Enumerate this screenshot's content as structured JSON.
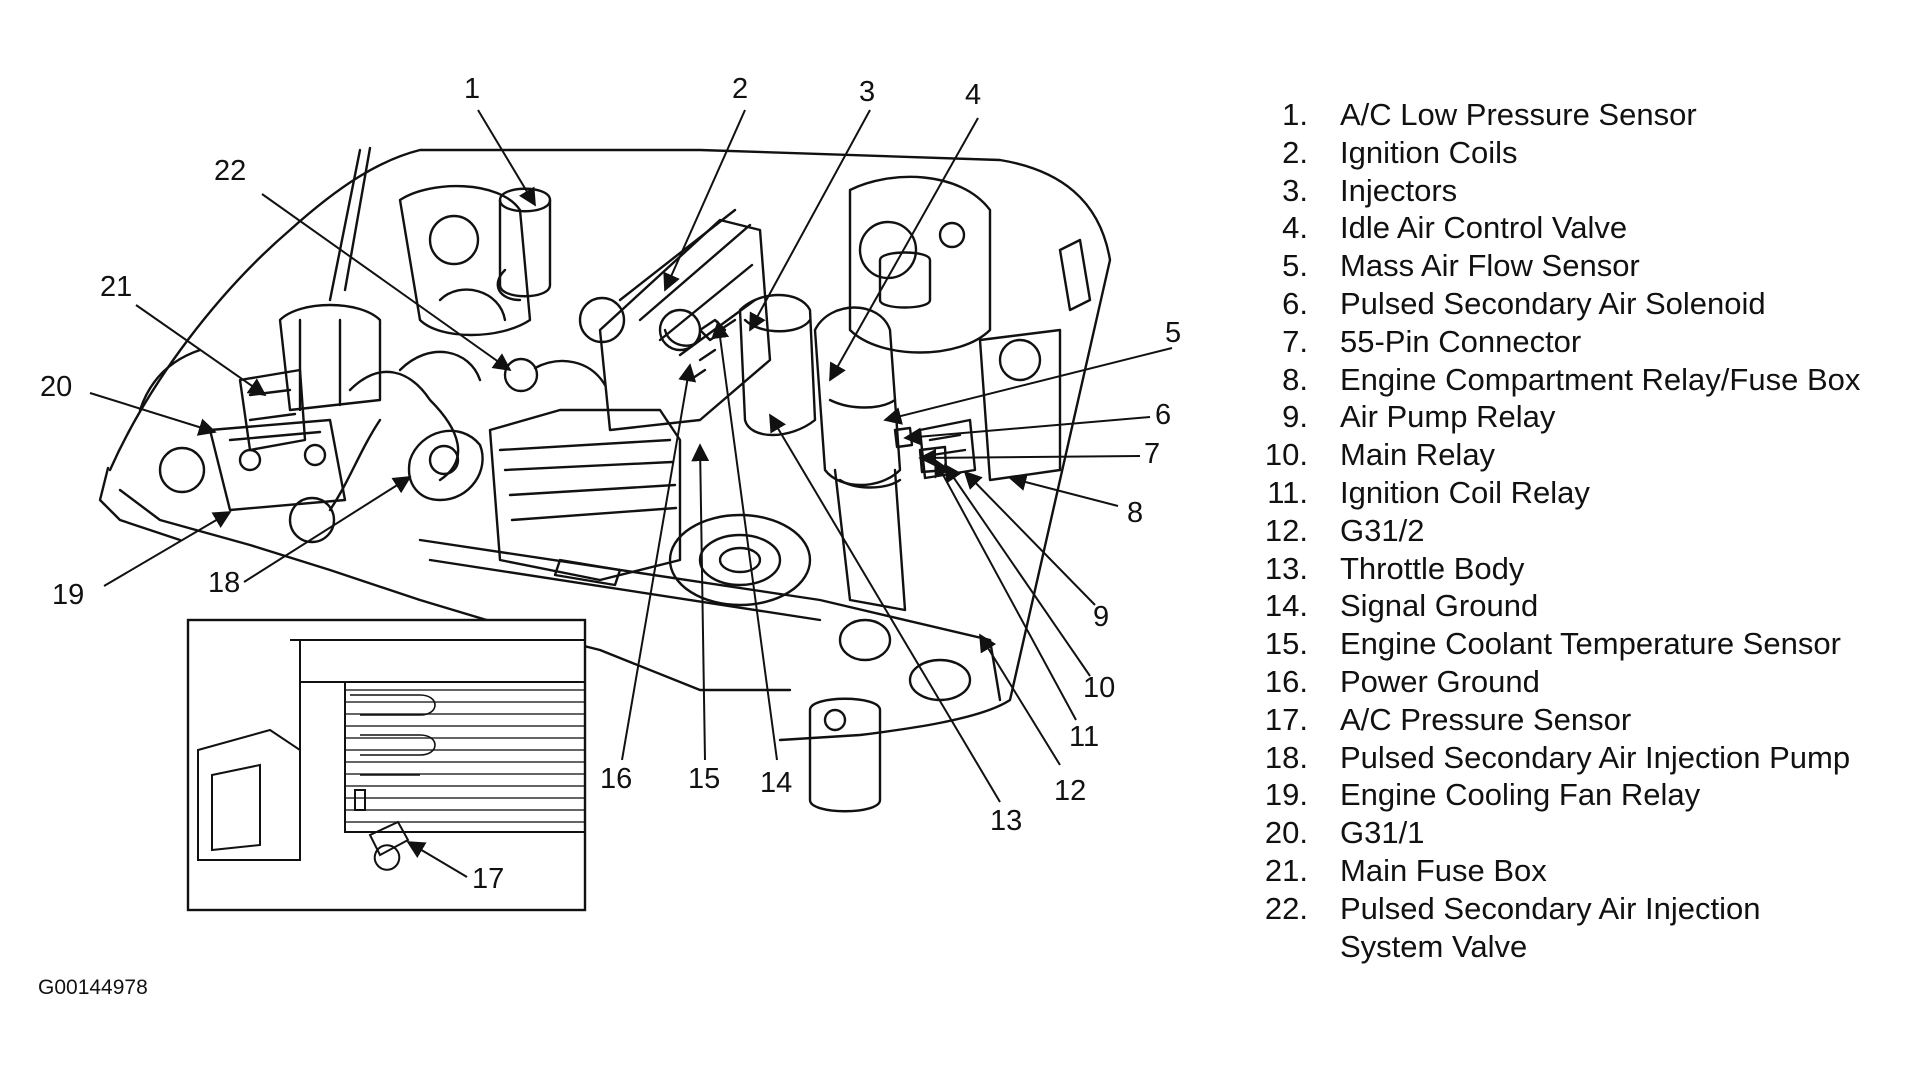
{
  "callouts": [
    "1",
    "2",
    "3",
    "4",
    "5",
    "6",
    "7",
    "8",
    "9",
    "10",
    "11",
    "12",
    "13",
    "14",
    "15",
    "16",
    "17",
    "18",
    "19",
    "20",
    "21",
    "22"
  ],
  "legend": [
    {
      "num": "1.",
      "text": "A/C Low Pressure Sensor"
    },
    {
      "num": "2.",
      "text": "Ignition Coils"
    },
    {
      "num": "3.",
      "text": "Injectors"
    },
    {
      "num": "4.",
      "text": "Idle Air Control Valve"
    },
    {
      "num": "5.",
      "text": "Mass Air Flow Sensor"
    },
    {
      "num": "6.",
      "text": "Pulsed Secondary Air Solenoid"
    },
    {
      "num": "7.",
      "text": "55-Pin Connector"
    },
    {
      "num": "8.",
      "text": "Engine Compartment Relay/Fuse Box"
    },
    {
      "num": "9.",
      "text": "Air Pump Relay"
    },
    {
      "num": "10.",
      "text": "Main Relay"
    },
    {
      "num": "11.",
      "text": "Ignition Coil Relay"
    },
    {
      "num": "12.",
      "text": "G31/2"
    },
    {
      "num": "13.",
      "text": "Throttle Body"
    },
    {
      "num": "14.",
      "text": "Signal Ground"
    },
    {
      "num": "15.",
      "text": "Engine Coolant Temperature Sensor"
    },
    {
      "num": "16.",
      "text": "Power Ground"
    },
    {
      "num": "17.",
      "text": "A/C Pressure Sensor"
    },
    {
      "num": "18.",
      "text": "Pulsed Secondary Air Injection Pump"
    },
    {
      "num": "19.",
      "text": "Engine Cooling Fan Relay"
    },
    {
      "num": "20.",
      "text": "G31/1"
    },
    {
      "num": "21.",
      "text": "Main Fuse Box"
    },
    {
      "num": "22.",
      "text": "Pulsed Secondary Air Injection\nSystem Valve"
    }
  ],
  "figure_code": "G00144978"
}
